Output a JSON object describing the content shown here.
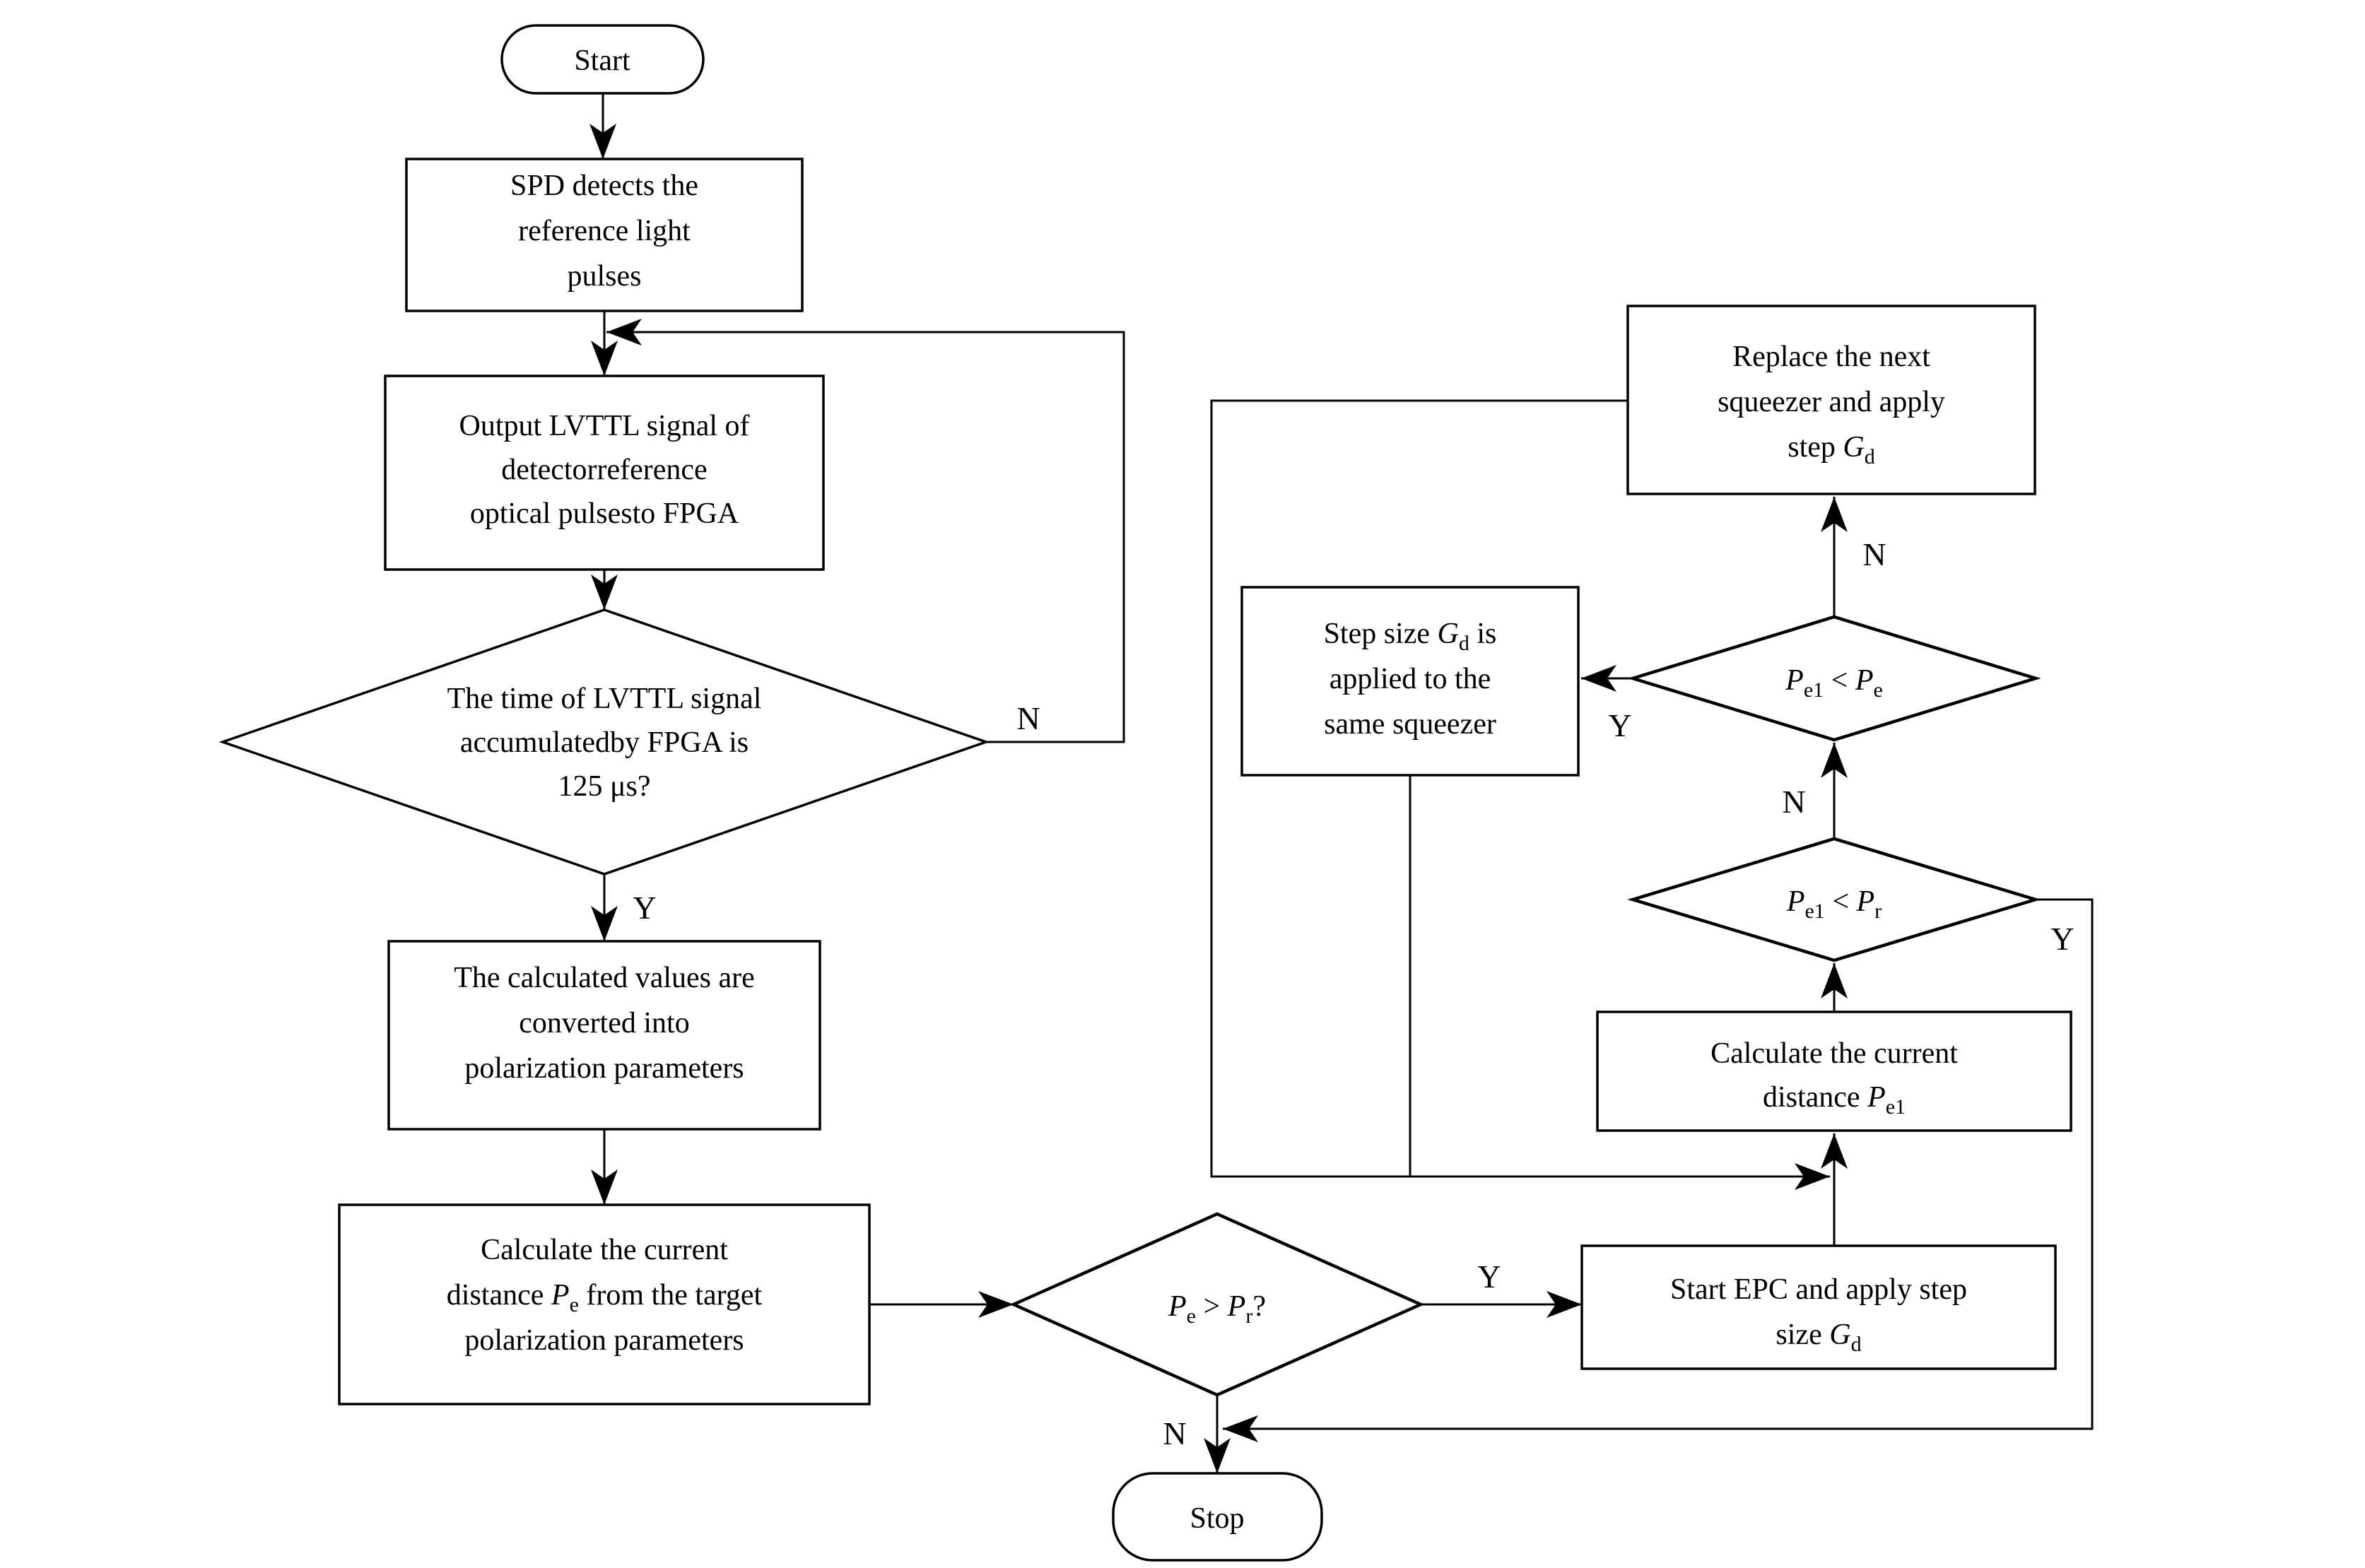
{
  "page": {
    "background": "#ffffff",
    "stroke": "#000000"
  },
  "nodes": {
    "start": {
      "type": "terminator",
      "label": "Start"
    },
    "spd": {
      "type": "process",
      "lines": [
        "SPD detects the",
        "reference light",
        "pulses"
      ]
    },
    "lvttl": {
      "type": "process",
      "lines": [
        "Output LVTTL signal of",
        "detectorreference",
        "optical pulsesto FPGA"
      ]
    },
    "time_check": {
      "type": "decision",
      "lines": [
        "The time of LVTTL signal",
        "accumulatedby FPGA is",
        "125 μs?"
      ]
    },
    "calc_values": {
      "type": "process",
      "lines": [
        "The calculated values are",
        "converted into",
        "polarization parameters"
      ]
    },
    "calc_pe": {
      "type": "process",
      "line1": "Calculate the current",
      "line2": {
        "pre": "distance ",
        "sym": "P",
        "sub": "e",
        "post": " from the target"
      },
      "line3": "polarization parameters"
    },
    "pe_gt_pr": {
      "type": "decision",
      "formula": {
        "sym1": "P",
        "sub1": "e",
        "op": " > ",
        "sym2": "P",
        "sub2": "r",
        "suffix": "?"
      }
    },
    "stop": {
      "type": "terminator",
      "label": "Stop"
    },
    "start_epc": {
      "type": "process",
      "line1": "Start EPC and apply step",
      "line2": {
        "pre": "size ",
        "sym": "G",
        "sub": "d",
        "post": ""
      }
    },
    "calc_pe1": {
      "type": "process",
      "line1": "Calculate the current",
      "line2": {
        "pre": "distance ",
        "sym": "P",
        "sub": "e1",
        "post": ""
      }
    },
    "pe1_lt_pr": {
      "type": "decision",
      "formula": {
        "sym1": "P",
        "sub1": "e1",
        "op": " < ",
        "sym2": "P",
        "sub2": "r",
        "suffix": ""
      }
    },
    "pe1_lt_pe": {
      "type": "decision",
      "formula": {
        "sym1": "P",
        "sub1": "e1",
        "op": " < ",
        "sym2": "P",
        "sub2": "e",
        "suffix": ""
      }
    },
    "step_size": {
      "type": "process",
      "line1": {
        "pre": "Step size ",
        "sym": "G",
        "sub": "d",
        "post": " is"
      },
      "line2": "applied to the",
      "line3": "same squeezer"
    },
    "replace": {
      "type": "process",
      "line1": "Replace the next",
      "line2": "squeezer and apply",
      "line3": {
        "pre": "step ",
        "sym": "G",
        "sub": "d",
        "post": ""
      }
    }
  },
  "edge_labels": {
    "time_no": "N",
    "time_yes": "Y",
    "pepr_yes": "Y",
    "pepr_no": "N",
    "pe1pr_no": "N",
    "pe1pr_yes": "Y",
    "pe1pe_yes": "Y",
    "pe1pe_no": "N"
  }
}
